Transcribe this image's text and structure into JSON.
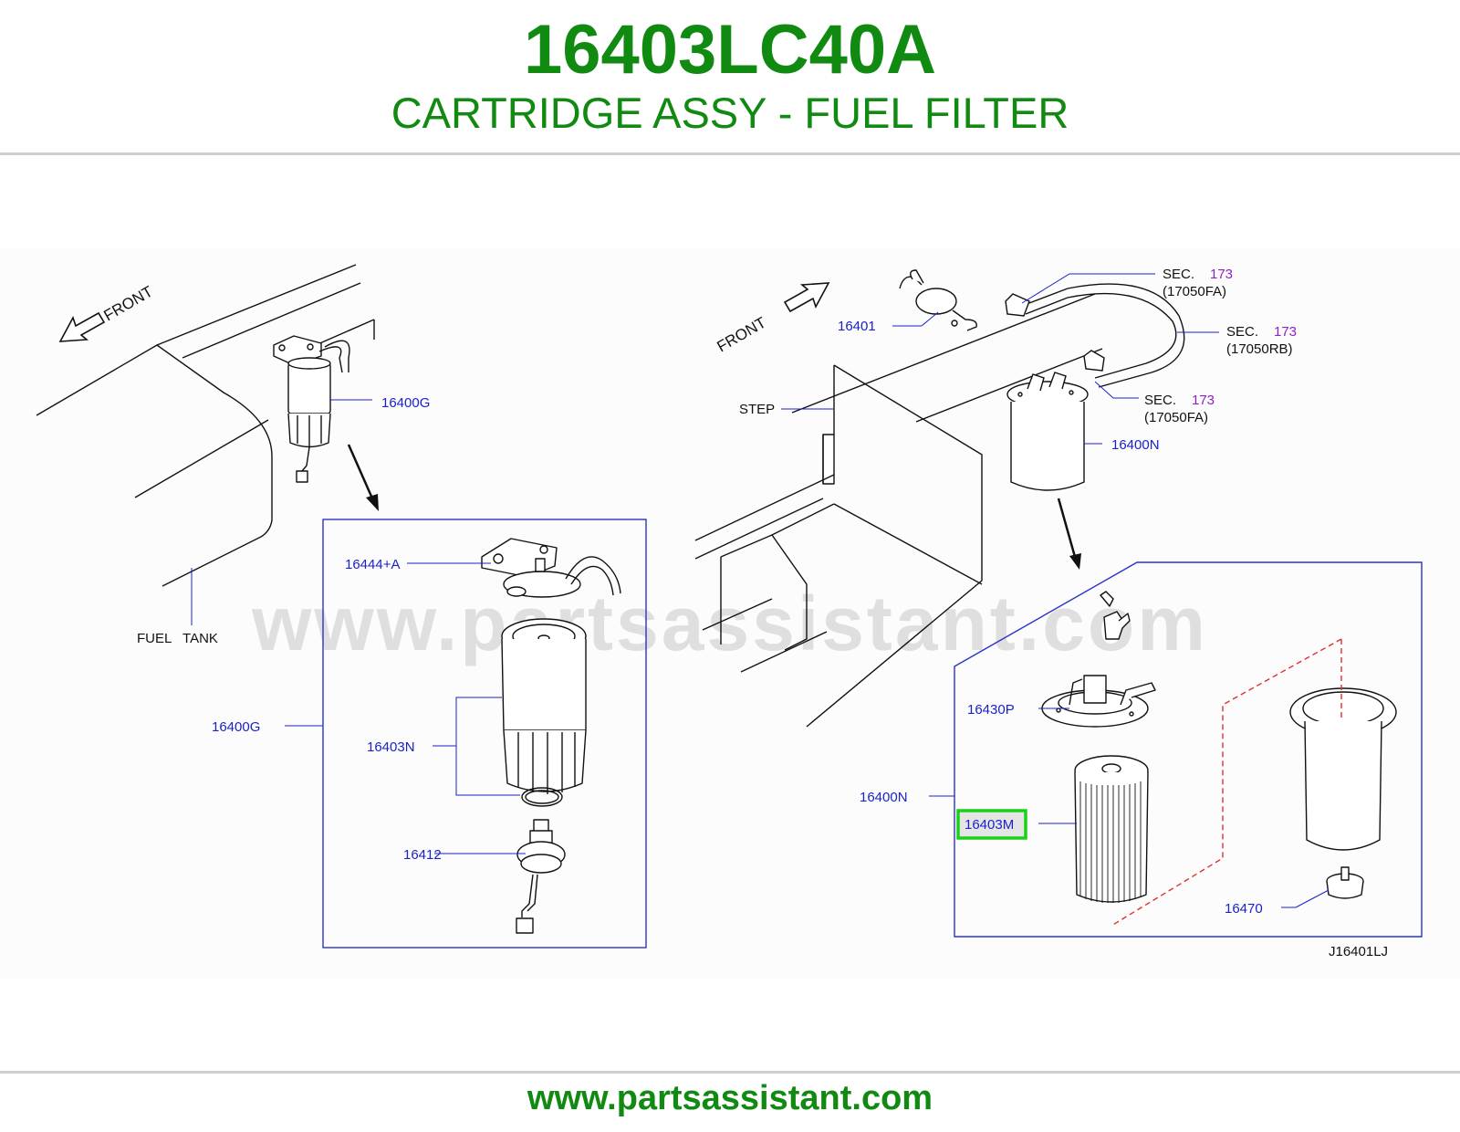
{
  "header": {
    "part_number": "16403LC40A",
    "part_name": "CARTRIDGE ASSY - FUEL FILTER"
  },
  "footer": {
    "site": "www.partsassistant.com"
  },
  "watermark": "www.partsassistant.com",
  "diagram": {
    "left": {
      "front": "FRONT",
      "fuel_tank": "FUEL   TANK",
      "assembly_callout": "16400G",
      "box_callout": "16400G",
      "bracket": "16444+A",
      "filter": "16403N",
      "sensor": "16412"
    },
    "right": {
      "front": "FRONT",
      "step": "STEP",
      "hose": "16401",
      "assembly_callout": "16400N",
      "box_callout": "16400N",
      "head": "16430P",
      "cartridge": "16403M",
      "plug": "16470",
      "sec_label": "SEC.",
      "sec_num": "173",
      "sec_ref_1": "(17050FA)",
      "sec_ref_2": "(17050RB)",
      "sec_ref_3": "(17050FA)"
    },
    "drawing_id": "J16401LJ"
  },
  "colors": {
    "brand_green": "#108a10",
    "callout_blue": "#1a22c8",
    "section_purple": "#8a22c8",
    "highlight_green": "#19d119",
    "dashed_red": "#e03030"
  }
}
